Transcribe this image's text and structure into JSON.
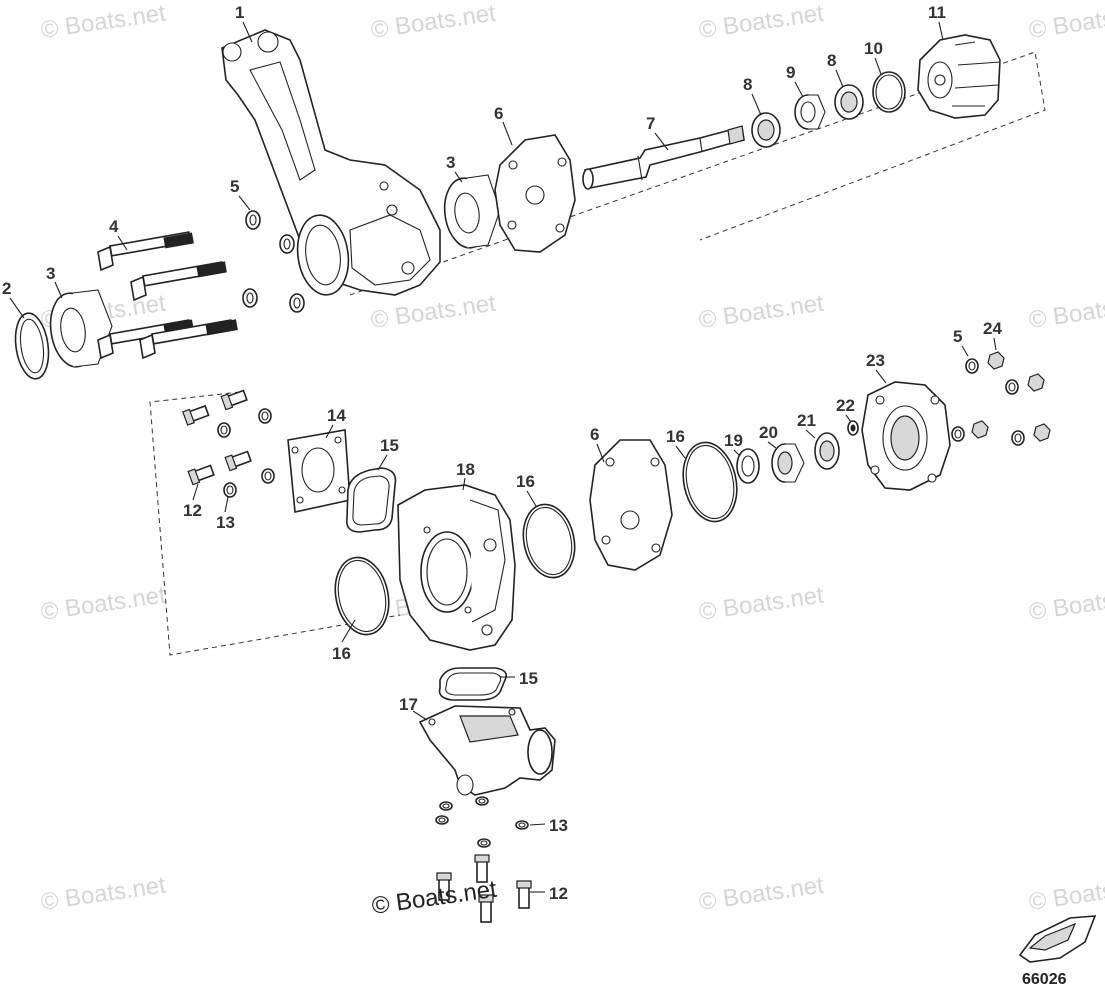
{
  "diagram": {
    "figure_number": "66026",
    "copyright_main": "© Boats.net",
    "watermark": "© Boats.net",
    "callouts": [
      {
        "id": "c1",
        "label": "1"
      },
      {
        "id": "c2",
        "label": "2"
      },
      {
        "id": "c3a",
        "label": "3"
      },
      {
        "id": "c3b",
        "label": "3"
      },
      {
        "id": "c4",
        "label": "4"
      },
      {
        "id": "c5a",
        "label": "5"
      },
      {
        "id": "c5b",
        "label": "5"
      },
      {
        "id": "c6a",
        "label": "6"
      },
      {
        "id": "c6b",
        "label": "6"
      },
      {
        "id": "c7",
        "label": "7"
      },
      {
        "id": "c8a",
        "label": "8"
      },
      {
        "id": "c8b",
        "label": "8"
      },
      {
        "id": "c9",
        "label": "9"
      },
      {
        "id": "c10",
        "label": "10"
      },
      {
        "id": "c11",
        "label": "11"
      },
      {
        "id": "c12a",
        "label": "12"
      },
      {
        "id": "c12b",
        "label": "12"
      },
      {
        "id": "c13a",
        "label": "13"
      },
      {
        "id": "c13b",
        "label": "13"
      },
      {
        "id": "c14",
        "label": "14"
      },
      {
        "id": "c15a",
        "label": "15"
      },
      {
        "id": "c15b",
        "label": "15"
      },
      {
        "id": "c16a",
        "label": "16"
      },
      {
        "id": "c16b",
        "label": "16"
      },
      {
        "id": "c16c",
        "label": "16"
      },
      {
        "id": "c17",
        "label": "17"
      },
      {
        "id": "c18",
        "label": "18"
      },
      {
        "id": "c19",
        "label": "19"
      },
      {
        "id": "c20",
        "label": "20"
      },
      {
        "id": "c21",
        "label": "21"
      },
      {
        "id": "c22",
        "label": "22"
      },
      {
        "id": "c23",
        "label": "23"
      },
      {
        "id": "c24",
        "label": "24"
      }
    ]
  }
}
